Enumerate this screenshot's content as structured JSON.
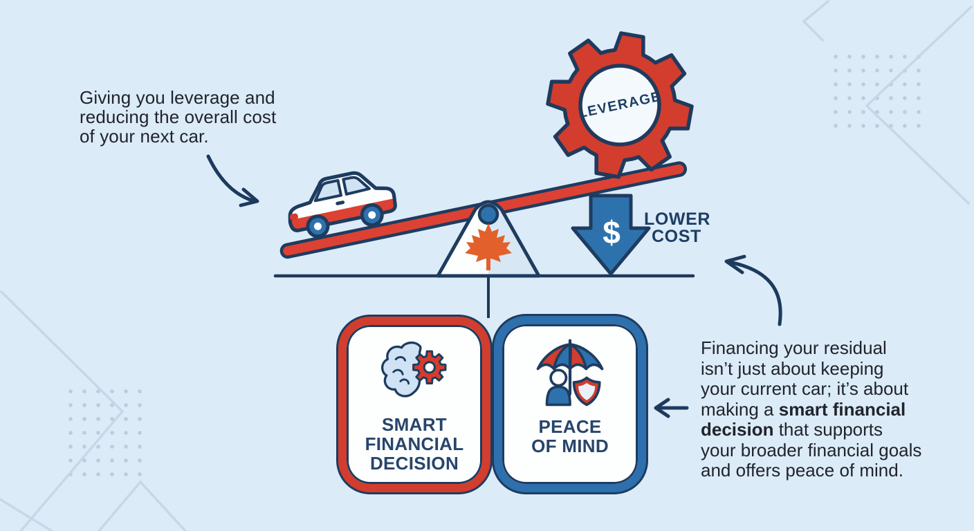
{
  "note": {
    "lines": [
      "Giving you leverage and",
      "reducing the overall cost",
      "of your next car."
    ]
  },
  "seesaw": {
    "gear_label": "LEVERAGE",
    "currency_symbol": "$",
    "caption_lines": [
      "LOWER",
      "COST"
    ],
    "icons": [
      "car-icon",
      "leverage-gear-icon",
      "maple-leaf-icon",
      "dollar-down-arrow-icon"
    ]
  },
  "cards": [
    {
      "icon": "brain-gear-icon",
      "accent": "#d23d2e",
      "title_lines": [
        "SMART",
        "FINANCIAL",
        "DECISION"
      ]
    },
    {
      "icon": "umbrella-person-shield-icon",
      "accent": "#2e6fad",
      "title_lines": [
        "PEACE",
        "OF MIND"
      ]
    }
  ],
  "paragraph": {
    "lines": [
      {
        "pre": "Financing your residual",
        "bold": "",
        "post": ""
      },
      {
        "pre": "isn’t just about keeping",
        "bold": "",
        "post": ""
      },
      {
        "pre": "your current car; it’s about",
        "bold": "",
        "post": ""
      },
      {
        "pre": "making a ",
        "bold": "smart financial",
        "post": ""
      },
      {
        "pre": "",
        "bold": "decision",
        "post": " that supports"
      },
      {
        "pre": "your broader financial goals",
        "bold": "",
        "post": ""
      },
      {
        "pre": "and offers peace of mind.",
        "bold": "",
        "post": ""
      }
    ]
  },
  "palette": {
    "background": "#dcebf8",
    "navy_outline": "#1e3c5f",
    "red": "#d23d2e",
    "blue": "#2e72ad",
    "light_blue": "#cfe3f5",
    "maple_orange": "#e2602c",
    "decor_line": "#c6d7e7",
    "heading_navy": "#27456b"
  }
}
